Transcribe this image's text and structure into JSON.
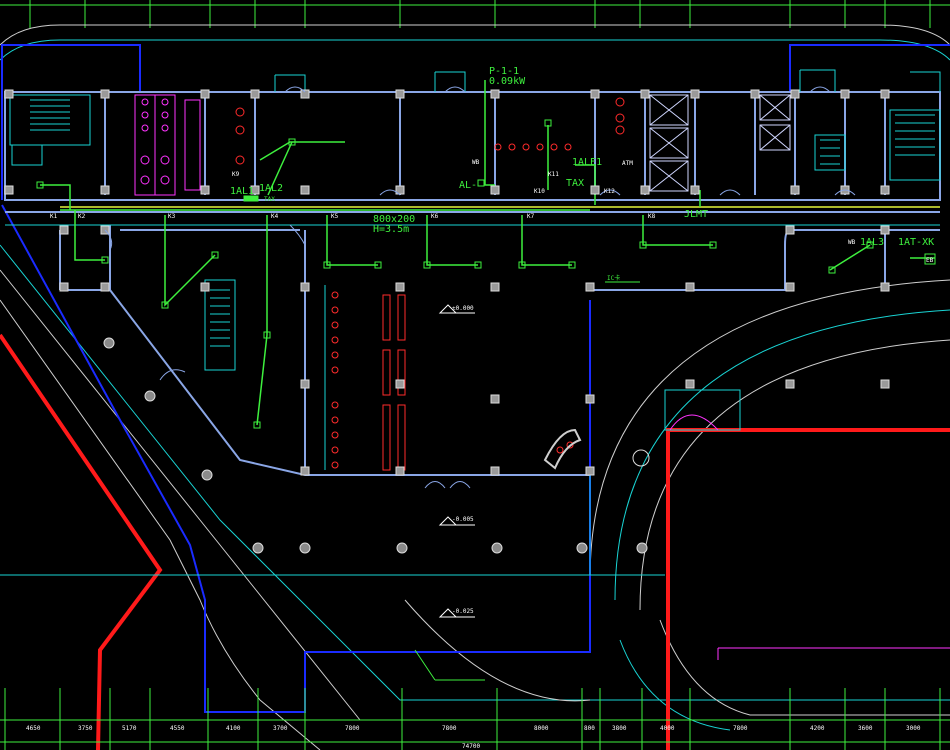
{
  "drawing": {
    "labels": {
      "p11": "P-1-1",
      "p11_kw": "0.09kW",
      "al": "AL-",
      "al_1al1": "1AL1",
      "al_1al2": "1AL2",
      "tax_left": "TAX",
      "tax_mid": "TAX",
      "ale1": "1ALE1",
      "atm": "ATM",
      "jlmt": "JLMT",
      "al3": "1AL3",
      "atxk": "1AT-XK",
      "duct_size": "800x200",
      "duct_height": "H=3.5m",
      "level_0": "±0.000",
      "level_005": "-0.005",
      "level_025": "-0.025",
      "ic_card": "IC卡",
      "wb_left": "WB",
      "wb_right": "WB",
      "k1": "K1",
      "k2": "K2",
      "k3": "K3",
      "k4": "K4",
      "k5": "K5",
      "k6": "K6",
      "k7": "K7",
      "k8": "K8",
      "k9": "K9",
      "k10": "K10",
      "k11": "K11",
      "k12": "K12",
      "eb": "EB"
    },
    "dimensions_total": "74700",
    "dimensions": [
      "4650",
      "3750",
      "5170",
      "4550",
      "4100",
      "3700",
      "7800",
      "7800",
      "8000",
      "800",
      "3800",
      "4000",
      "7800",
      "4200",
      "3600",
      "3000"
    ]
  }
}
